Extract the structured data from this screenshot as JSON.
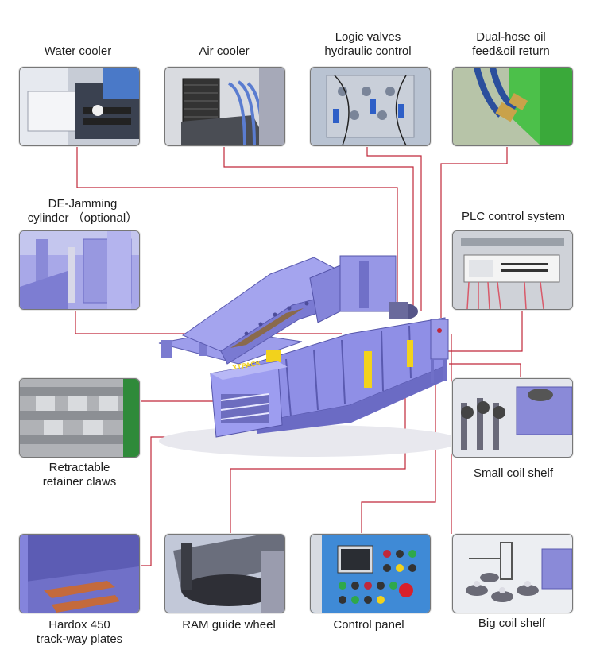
{
  "labels": {
    "water_cooler": "Water cooler",
    "air_cooler": "Air cooler",
    "logic_valves_1": "Logic valves",
    "logic_valves_2": "hydraulic control",
    "dual_hose_1": "Dual-hose oil",
    "dual_hose_2": "feed&oil return",
    "dejam_1": "DE-Jamming",
    "dejam_2": "cylinder （optional）",
    "plc": "PLC control system",
    "retract_1": "Retractable",
    "retract_2": "retainer claws",
    "small_coil": "Small coil shelf",
    "hardox_1": "Hardox 450",
    "hardox_2": "track-way plates",
    "ram": "RAM guide wheel",
    "control_panel": "Control panel",
    "big_coil": "Big coil shelf"
  },
  "machine_brand": "XTPACK",
  "colors": {
    "leader_line": "#c0283a",
    "machine_body": "#8f8fe6",
    "machine_shadow": "#6b6bc4",
    "accent_yellow": "#f2d21c"
  }
}
